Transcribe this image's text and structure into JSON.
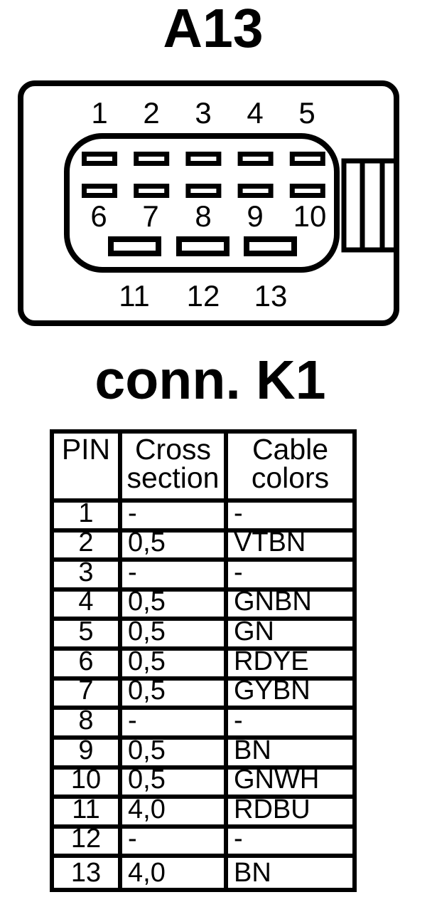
{
  "colors": {
    "ink": "#000000",
    "background": "#ffffff"
  },
  "connector": {
    "title": "A13",
    "pin_labels": {
      "top": [
        "1",
        "2",
        "3",
        "4",
        "5"
      ],
      "middle": [
        "6",
        "7",
        "8",
        "9",
        "10"
      ],
      "bottom": [
        "11",
        "12",
        "13"
      ]
    }
  },
  "table": {
    "heading": "conn. K1",
    "columns": [
      "PIN",
      "Cross\nsection",
      "Cable\ncolors"
    ],
    "rows": [
      {
        "pin": "1",
        "cross_section": "-",
        "cable_color": "-"
      },
      {
        "pin": "2",
        "cross_section": "0,5",
        "cable_color": "VTBN"
      },
      {
        "pin": "3",
        "cross_section": "-",
        "cable_color": "-"
      },
      {
        "pin": "4",
        "cross_section": "0,5",
        "cable_color": "GNBN"
      },
      {
        "pin": "5",
        "cross_section": "0,5",
        "cable_color": "GN"
      },
      {
        "pin": "6",
        "cross_section": "0,5",
        "cable_color": "RDYE"
      },
      {
        "pin": "7",
        "cross_section": "0,5",
        "cable_color": "GYBN"
      },
      {
        "pin": "8",
        "cross_section": "-",
        "cable_color": "-"
      },
      {
        "pin": "9",
        "cross_section": "0,5",
        "cable_color": "BN"
      },
      {
        "pin": "10",
        "cross_section": "0,5",
        "cable_color": "GNWH"
      },
      {
        "pin": "11",
        "cross_section": "4,0",
        "cable_color": "RDBU"
      },
      {
        "pin": "12",
        "cross_section": "-",
        "cable_color": "-"
      },
      {
        "pin": "13",
        "cross_section": "4,0",
        "cable_color": "BN"
      }
    ]
  }
}
